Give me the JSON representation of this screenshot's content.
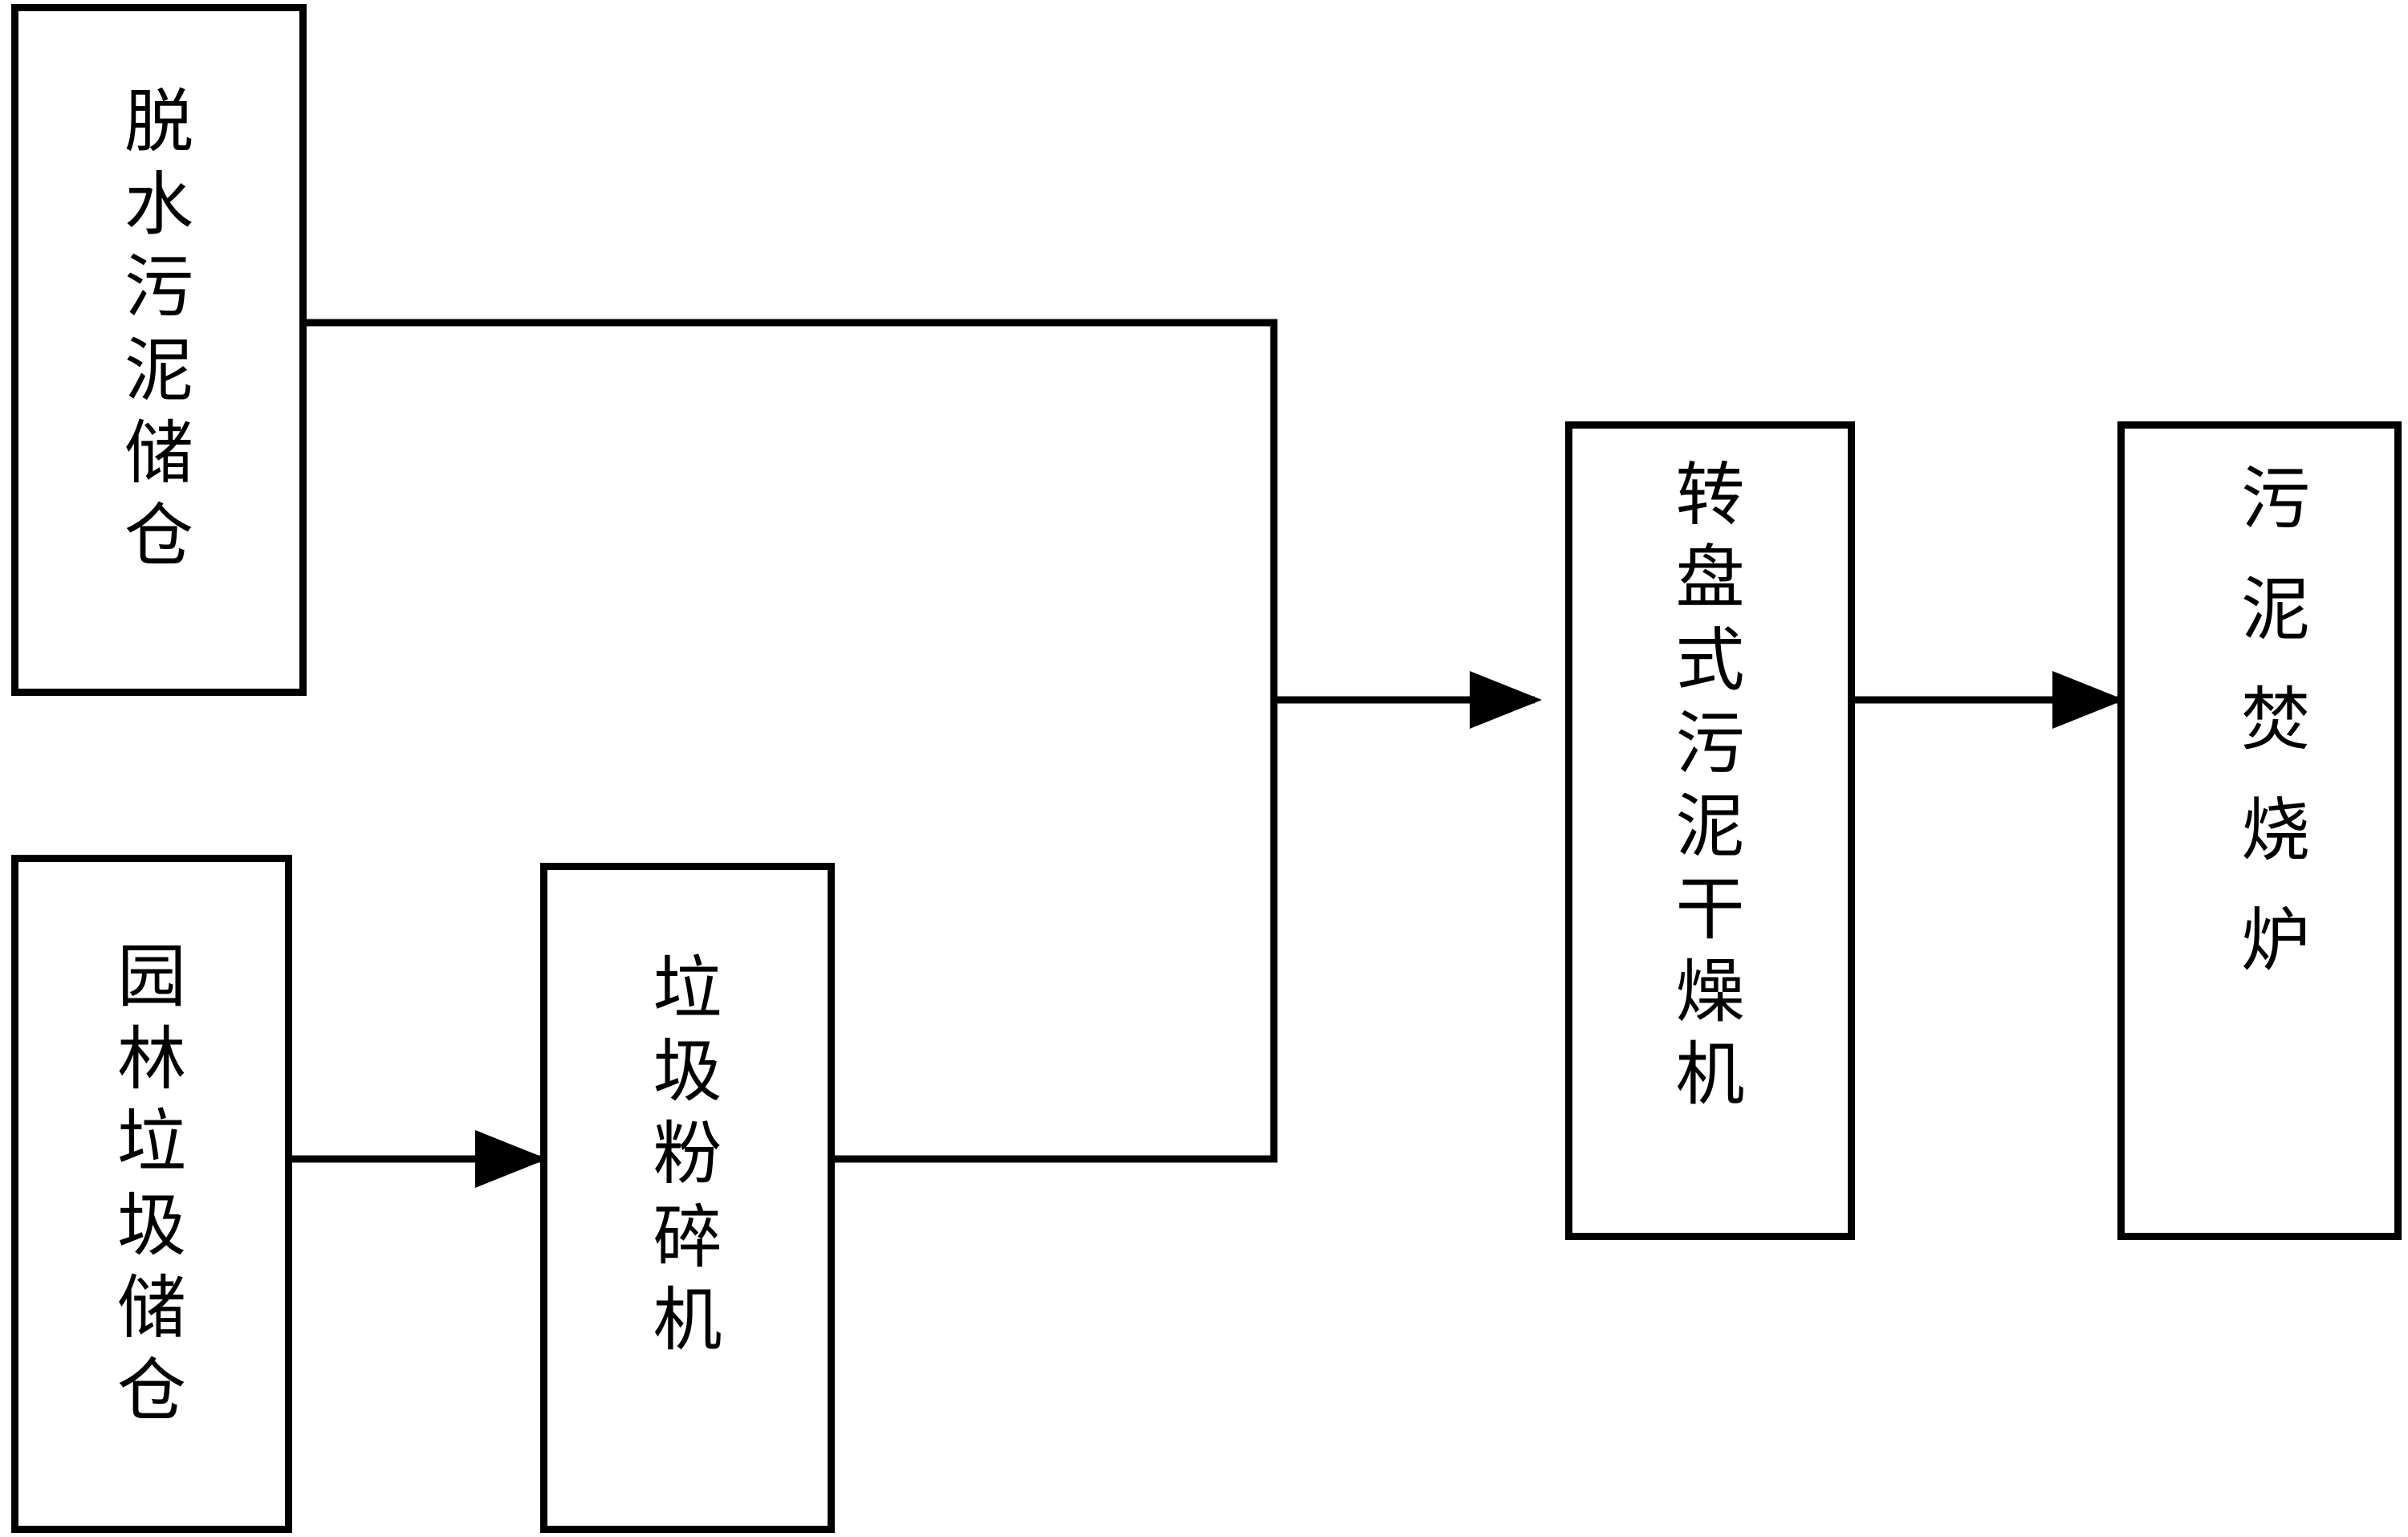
{
  "diagram": {
    "nodes": {
      "dewatered_sludge_bin": {
        "label": "脱水污泥储仓"
      },
      "garden_waste_bin": {
        "label": "园林垃圾储仓"
      },
      "waste_crusher": {
        "label": "垃圾粉碎机"
      },
      "disc_sludge_dryer": {
        "label": "转盘式污泥干燥机"
      },
      "sludge_incinerator": {
        "label": "污泥焚烧炉"
      }
    },
    "edges": [
      {
        "from": "garden_waste_bin",
        "to": "waste_crusher"
      },
      {
        "from": "dewatered_sludge_bin",
        "to": "disc_sludge_dryer"
      },
      {
        "from": "waste_crusher",
        "to": "disc_sludge_dryer"
      },
      {
        "from": "disc_sludge_dryer",
        "to": "sludge_incinerator"
      }
    ],
    "colors": {
      "line": "#000000",
      "background": "#ffffff"
    }
  }
}
